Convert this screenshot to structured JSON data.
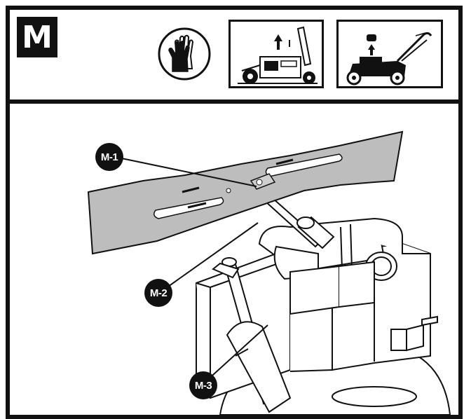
{
  "step_badge": "M",
  "icons": {
    "gloves": "gloves-icon",
    "lift": "up-arrow-icon",
    "mower": "lawn-mower-icon"
  },
  "callouts": [
    {
      "id": "m1",
      "label": "M-1"
    },
    {
      "id": "m2",
      "label": "M-2"
    },
    {
      "id": "m3",
      "label": "M-3"
    }
  ],
  "colors": {
    "ink": "#111111",
    "blade": "#bdbdbd"
  }
}
